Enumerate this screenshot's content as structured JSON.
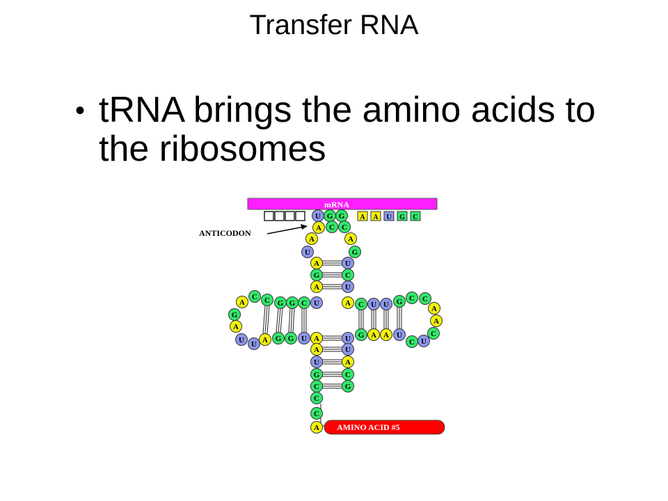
{
  "slide": {
    "title": "Transfer RNA",
    "bullet": "tRNA brings the amino acids to the ribosomes"
  },
  "diagram": {
    "mrna_label": "mRNA",
    "anticodon_label": "ANTICODON",
    "amino_acid_label": "AMINO ACID #5",
    "mrna_codons": [
      "A",
      "A",
      "U",
      "G",
      "C"
    ],
    "empty_codon_boxes": 4,
    "colors": {
      "A": "#f2f20c",
      "U": "#8c96ea",
      "G": "#33e66b",
      "C": "#33e66b",
      "mrna_bar": "#ff1fff",
      "amino_bar": "#ff0000"
    },
    "nucleotides": [
      {
        "id": "n1",
        "b": "U"
      },
      {
        "id": "n2",
        "b": "G"
      },
      {
        "id": "n3",
        "b": "G"
      },
      {
        "id": "n4",
        "b": "A"
      },
      {
        "id": "n5",
        "b": "C"
      },
      {
        "id": "n6",
        "b": "C"
      },
      {
        "id": "n7",
        "b": "A"
      },
      {
        "id": "n8",
        "b": "A"
      },
      {
        "id": "n9",
        "b": "U"
      },
      {
        "id": "n10",
        "b": "G"
      },
      {
        "id": "n11",
        "b": "A"
      },
      {
        "id": "n12",
        "b": "U"
      },
      {
        "id": "n13",
        "b": "G"
      },
      {
        "id": "n14",
        "b": "C"
      },
      {
        "id": "n15",
        "b": "A"
      },
      {
        "id": "n16",
        "b": "U"
      },
      {
        "id": "n17",
        "b": "U"
      },
      {
        "id": "n18",
        "b": "A"
      },
      {
        "id": "n19",
        "b": "C"
      },
      {
        "id": "n20",
        "b": "G"
      },
      {
        "id": "n21",
        "b": "G"
      },
      {
        "id": "n22",
        "b": "C"
      },
      {
        "id": "n23",
        "b": "C"
      },
      {
        "id": "n24",
        "b": "A"
      },
      {
        "id": "n25",
        "b": "G"
      },
      {
        "id": "n26",
        "b": "A"
      },
      {
        "id": "n27",
        "b": "U"
      },
      {
        "id": "n28",
        "b": "U"
      },
      {
        "id": "n29",
        "b": "A"
      },
      {
        "id": "n30",
        "b": "G"
      },
      {
        "id": "n31",
        "b": "G"
      },
      {
        "id": "n32",
        "b": "U"
      },
      {
        "id": "n33",
        "b": "C"
      },
      {
        "id": "n34",
        "b": "U"
      },
      {
        "id": "n35",
        "b": "U"
      },
      {
        "id": "n36",
        "b": "G"
      },
      {
        "id": "n37",
        "b": "C"
      },
      {
        "id": "n38",
        "b": "C"
      },
      {
        "id": "n39",
        "b": "A"
      },
      {
        "id": "n40",
        "b": "A"
      },
      {
        "id": "n41",
        "b": "C"
      },
      {
        "id": "n42",
        "b": "G"
      },
      {
        "id": "n43",
        "b": "A"
      },
      {
        "id": "n44",
        "b": "A"
      },
      {
        "id": "n45",
        "b": "U"
      },
      {
        "id": "n46",
        "b": "C"
      },
      {
        "id": "n47",
        "b": "U"
      },
      {
        "id": "n48",
        "b": "A"
      },
      {
        "id": "n49",
        "b": "U"
      },
      {
        "id": "n50",
        "b": "A"
      },
      {
        "id": "n51",
        "b": "U"
      },
      {
        "id": "n52",
        "b": "U"
      },
      {
        "id": "n53",
        "b": "A"
      },
      {
        "id": "n54",
        "b": "G"
      },
      {
        "id": "n55",
        "b": "C"
      },
      {
        "id": "n56",
        "b": "C"
      },
      {
        "id": "n57",
        "b": "G"
      },
      {
        "id": "n58",
        "b": "C"
      },
      {
        "id": "n59",
        "b": "C"
      },
      {
        "id": "n60",
        "b": "A"
      }
    ]
  }
}
